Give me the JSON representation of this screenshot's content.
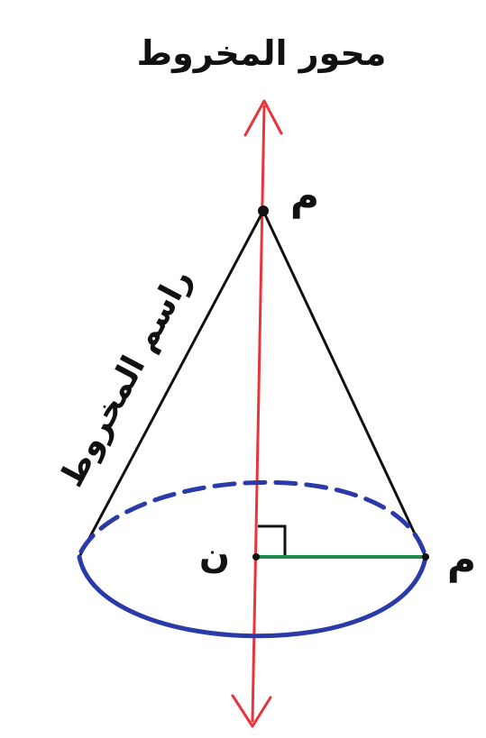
{
  "labels": {
    "axis": "محور المخروط",
    "slant_height": "راسم المخروط",
    "apex": "م",
    "base_center": "ن",
    "base_edge": "م"
  },
  "colors": {
    "axis": "#e8343a",
    "outline": "#111111",
    "base": "#2a3aa8",
    "radius": "#1f8a4c"
  },
  "right_angle_marker": true
}
